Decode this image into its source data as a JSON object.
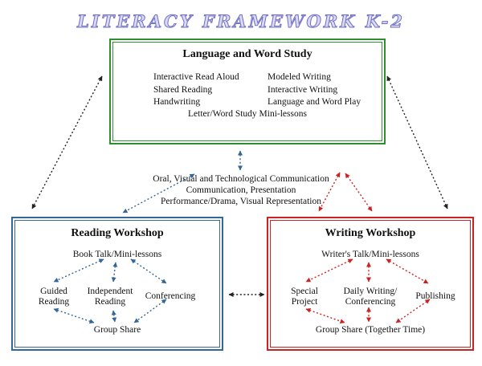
{
  "title": "LITERACY FRAMEWORK K-2",
  "colors": {
    "green": "#2f8f2f",
    "blue": "#336699",
    "red": "#cc2222",
    "title": "#6f6fc4"
  },
  "language_word_study": {
    "title": "Language and Word Study",
    "left_items": [
      "Interactive Read Aloud",
      "Shared Reading",
      "Handwriting"
    ],
    "right_items": [
      "Modeled Writing",
      "Interactive Writing",
      "Language and Word Play"
    ],
    "bottom_item": "Letter/Word Study Mini-lessons"
  },
  "communication": {
    "lines": [
      "Oral, Visual and Technological Communication",
      "Communication, Presentation",
      "Performance/Drama, Visual Representation"
    ]
  },
  "reading_workshop": {
    "title": "Reading Workshop",
    "top": "Book Talk/Mini-lessons",
    "items": [
      "Guided\nReading",
      "Independent\nReading",
      "Conferencing"
    ],
    "bottom": "Group Share"
  },
  "writing_workshop": {
    "title": "Writing Workshop",
    "top": "Writer's Talk/Mini-lessons",
    "items": [
      "Special\nProject",
      "Daily Writing/\nConferencing",
      "Publishing"
    ],
    "bottom": "Group Share (Together Time)"
  }
}
